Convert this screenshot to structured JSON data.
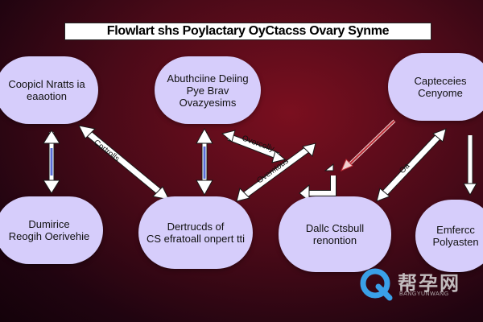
{
  "title": "Flowlart shs Poylactary OyCtacss Ovary Synme",
  "nodes": {
    "n1": "Coopicl Nratts ia\neaaotion",
    "n2": "Abuthciine Deiing\nPye Brav\nOvazyesims",
    "n3": "Capteceies\nCenyome",
    "n4": "Dumirice\nReogih Oerivehie",
    "n5": "Dertrucds of\nCS efratoall onpert tti",
    "n6": "Dallc Ctsbull\nrenontion",
    "n7": "Emfercc\nPolyasten"
  },
  "edge_labels": {
    "e1": "Cortrolls",
    "e2": "Ovorcolly",
    "e3": "Ovemtous",
    "e4": "Oa"
  },
  "watermark": {
    "cn": "帮孕网",
    "en": "BANGYUNWANG"
  },
  "colors": {
    "node_fill": "#d6cdfb",
    "arrow_fill": "#ffffff",
    "arrow_outline": "#1a1a1a",
    "vertical_bar": "#5a6fd8",
    "red_arrow": "#c0303a",
    "watermark_q": "#3aa0e8"
  }
}
